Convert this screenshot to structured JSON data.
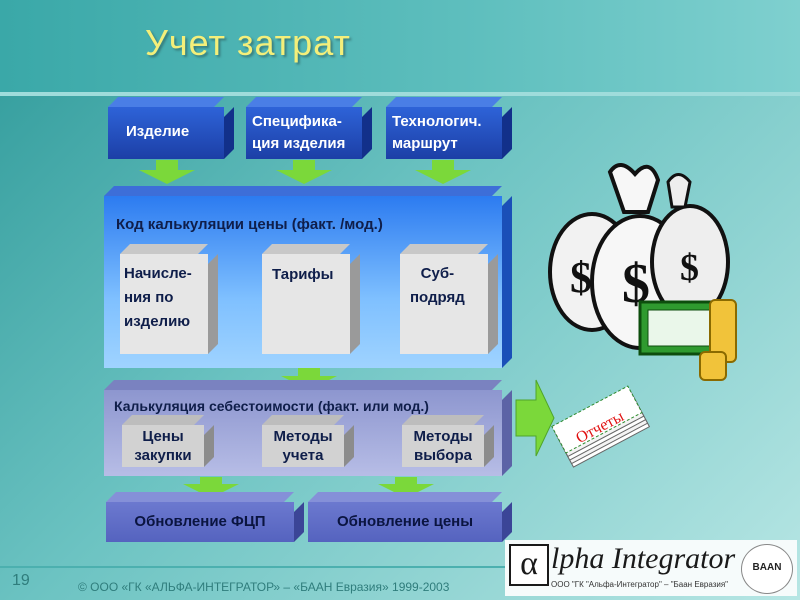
{
  "title": "Учет затрат",
  "top_boxes": [
    {
      "label": "Изделие"
    },
    {
      "label": "Специфика-\nция изделия"
    },
    {
      "label": "Технологич.\nмаршрут"
    }
  ],
  "calc_panel": {
    "title": "Код калькуляции цены (факт. /мод.)",
    "items": [
      {
        "label": "Начисле-\nния по\nизделию"
      },
      {
        "label": "Тарифы"
      },
      {
        "label": "Суб-\nподряд"
      }
    ]
  },
  "cost_panel": {
    "title": "Калькуляция себестоимости (факт. или мод.)",
    "items": [
      {
        "label": "Цены\nзакупки"
      },
      {
        "label": "Методы\nучета"
      },
      {
        "label": "Методы\nвыбора"
      }
    ]
  },
  "bottom_boxes": [
    {
      "label": "Обновление ФЦП"
    },
    {
      "label": "Обновление цены"
    }
  ],
  "reports_label": "Отчеты",
  "slide_number": "19",
  "copyright": "© ООО «ГК «АЛЬФА-ИНТЕГРАТОР» – «БААН Евразия» 1999-2003",
  "logo": {
    "main": "lpha Integrator",
    "sub": "ООО \"ГК \"Альфа-Интегратор\" – \"Баан Евразия\"",
    "baan": "BAAN"
  }
}
